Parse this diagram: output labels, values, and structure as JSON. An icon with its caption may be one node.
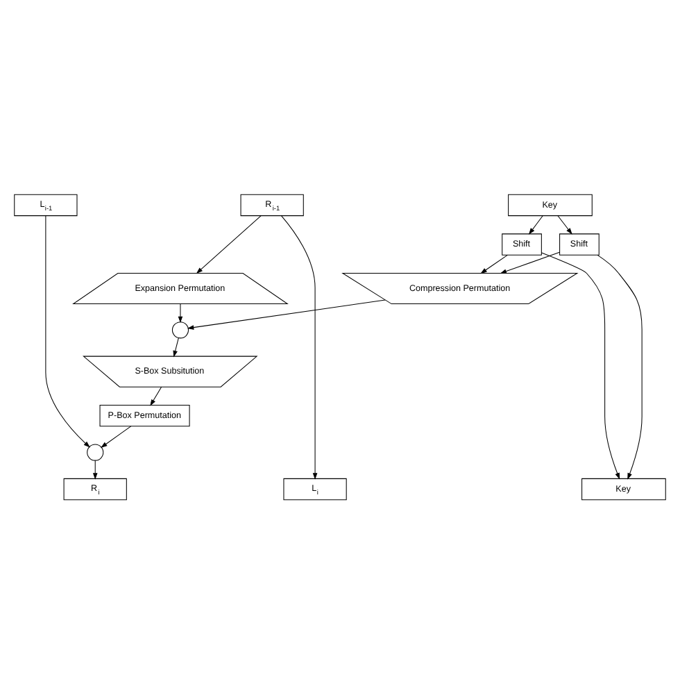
{
  "diagram": {
    "nodes": [
      {
        "text": [
          "L$_{i-1}$"
        ]
      },
      {
        "text": [
          "R$_{i-1}$"
        ]
      },
      {
        "text": [
          "Key"
        ]
      },
      {
        "text": [
          "Shift"
        ]
      },
      {
        "text": [
          "Shift"
        ]
      },
      {
        "text": [
          "Expansion Permutation"
        ]
      },
      {
        "text": [
          "Compression Permutation"
        ]
      },
      {
        "text": [],
        "shape": "circle"
      },
      {
        "text": [
          "S-Box Subsitution"
        ]
      },
      {
        "text": [
          "P-Box Permutation"
        ]
      },
      {
        "text": [],
        "shape": "circle"
      },
      {
        "text": [
          "L$_{i}$"
        ]
      },
      {
        "text": [
          "R$_{i}$"
        ]
      },
      {
        "text": [
          "Key"
        ]
      }
    ],
    "edges": [
      {
        "from": 0,
        "to": 10,
        "arrow": "to"
      },
      {
        "from": 1,
        "to": 11,
        "arrow": "to"
      },
      {
        "from": 1,
        "to": 5,
        "arrow": "to"
      },
      {
        "from": 2,
        "to": 3,
        "arrow": "to"
      },
      {
        "from": 2,
        "to": 4,
        "arrow": "to"
      },
      {
        "from": 3,
        "to": 6,
        "arrow": "to"
      },
      {
        "from": 4,
        "to": 6,
        "arrow": "to"
      },
      {
        "from": 5,
        "to": 7,
        "arrow": "to"
      },
      {
        "from": 6,
        "to": 7,
        "arrow": "to"
      },
      {
        "from": 7,
        "to": 8,
        "arrow": "to"
      },
      {
        "from": 8,
        "to": 9,
        "arrow": "to"
      },
      {
        "from": 9,
        "to": 10,
        "arrow": "to"
      },
      {
        "from": 10,
        "to": 12,
        "arrow": "to"
      },
      {
        "from": 3,
        "to": 13,
        "arrow": "to"
      },
      {
        "from": 4,
        "to": 13,
        "arrow": "to"
      }
    ]
  }
}
